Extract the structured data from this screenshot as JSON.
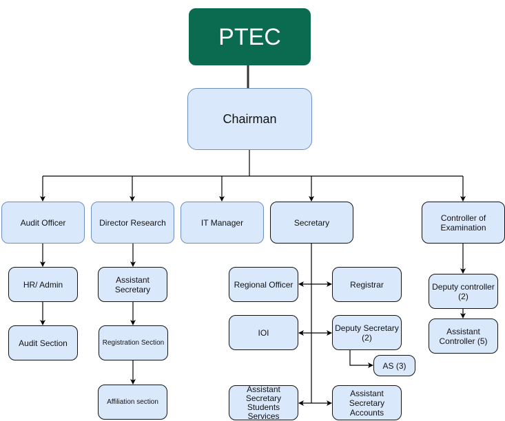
{
  "title": "PTEC organizational chart",
  "root": {
    "label": "PTEC"
  },
  "chairman": {
    "label": "Chairman"
  },
  "level1": {
    "audit_officer": "Audit Officer",
    "director_research": "Director Research",
    "it_manager": "IT Manager",
    "secretary": "Secretary",
    "controller": "Controller of Examination"
  },
  "audit_branch": {
    "hr_admin": "HR/ Admin",
    "audit_section": "Audit Section"
  },
  "research_branch": {
    "assistant_secretary": "Assistant Secretary",
    "registration_section": "Registration Section",
    "affiliation_section": "Affiliation section"
  },
  "secretary_branch": {
    "regional_officer": "Regional Officer",
    "registrar": "Registrar",
    "ioi": "IOI",
    "deputy_secretary": "Deputy Secretary (2)",
    "as": "AS (3)",
    "as_students": "Assistant Secretary Students Services",
    "as_accounts": "Assistant Secretary Accounts"
  },
  "controller_branch": {
    "deputy_controller": "Deputy controller (2)",
    "assistant_controller": "Assistant Controller (5)"
  },
  "colors": {
    "root_fill": "#0b6b50",
    "node_fill": "#dae8fc",
    "node_border": "#6c8ebf"
  }
}
